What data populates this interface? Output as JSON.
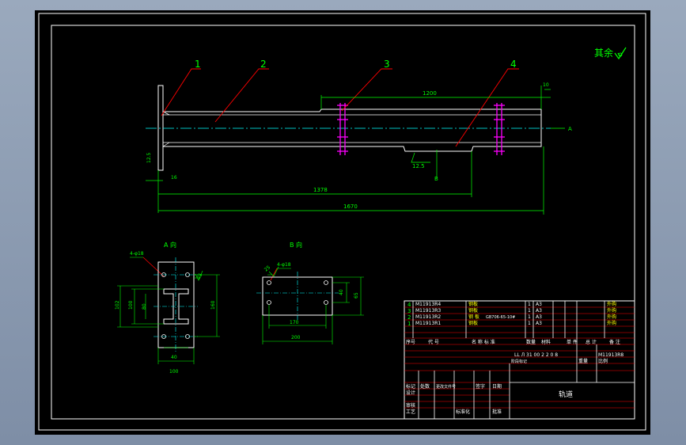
{
  "surface_note": {
    "text": "其余",
    "symbol": "roughness-check-icon"
  },
  "balloons": [
    "1",
    "2",
    "3",
    "4"
  ],
  "dimensions": {
    "top_len": "1200",
    "small_gap": "10",
    "flange_thk": "16",
    "len_1378": "1378",
    "len_1670": "1670",
    "arrow_a": "A",
    "arrow_b": "B",
    "weld": "12.5"
  },
  "view_a": {
    "title": "A 向",
    "hole_note": "4-φ18",
    "roughness": "25",
    "dims": [
      "80",
      "100",
      "102",
      "40",
      "100",
      "160"
    ]
  },
  "view_b": {
    "title": "B 向",
    "hole_note": "4-φ18",
    "roughness": "25",
    "dims": [
      "170",
      "200",
      "40",
      "65"
    ]
  },
  "bom": {
    "rows": [
      {
        "no": "4",
        "code": "M11913R4",
        "name": "钢板",
        "qty": "1",
        "mat": "A3",
        "std": "",
        "note": "外购"
      },
      {
        "no": "3",
        "code": "M11913R3",
        "name": "钢板",
        "qty": "1",
        "mat": "A3",
        "std": "",
        "note": "外购"
      },
      {
        "no": "2",
        "code": "M11913R2",
        "name": "钢 板",
        "qty": "1",
        "mat": "A3",
        "std": "GB706-65-10#",
        "note": "外购"
      },
      {
        "no": "1",
        "code": "M11913R1",
        "name": "钢板",
        "qty": "1",
        "mat": "A3",
        "std": "",
        "note": "外购"
      }
    ],
    "header": [
      "序号",
      "代 号",
      "名 称 标 准",
      "数量",
      "材料",
      "单 件",
      "总 计",
      "备 注"
    ]
  },
  "title_block": {
    "code_line": "LL Л 31 00 2 2 0 8",
    "part_code": "M11913R8",
    "drawing_name": "轨道",
    "small_labels": [
      "标记",
      "处数",
      "更改文件号",
      "签字",
      "日期",
      "设计",
      "审核",
      "工艺",
      "标准化",
      "批准",
      "阶段标记",
      "重量",
      "比例"
    ]
  }
}
